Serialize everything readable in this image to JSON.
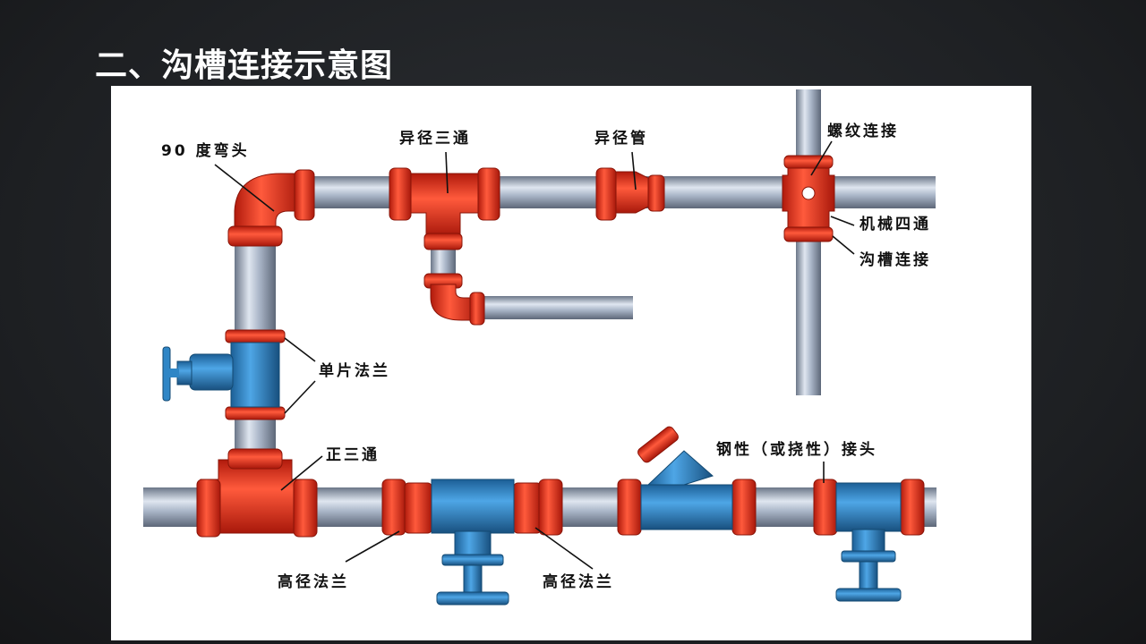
{
  "slide": {
    "title": "二、沟槽连接示意图"
  },
  "labels": {
    "elbow_90": "90 度弯头",
    "reducing_tee": "异径三通",
    "reducer": "异径管",
    "threaded_connection": "螺纹连接",
    "mechanical_cross": "机械四通",
    "grooved_connection": "沟槽连接",
    "single_flange": "单片法兰",
    "equal_tee": "正三通",
    "rigid_flexible_coupling": "钢性（或挠性）接头",
    "flange_left": "高径法兰",
    "flange_right": "高径法兰"
  },
  "colors": {
    "fitting_red": "#e8321e",
    "valve_blue": "#2f86c6",
    "pipe_steel": "#aab6c8",
    "background": "#1f2124",
    "panel": "#ffffff"
  }
}
